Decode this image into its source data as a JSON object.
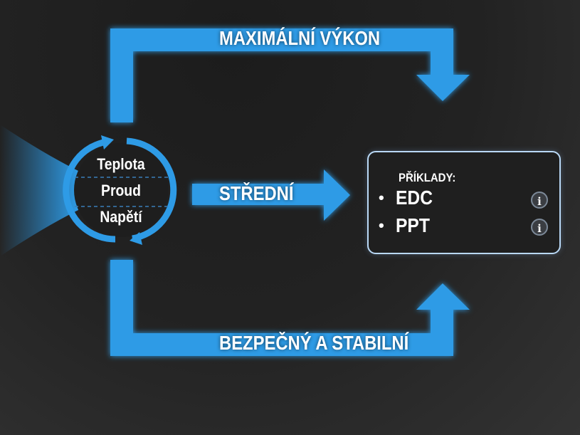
{
  "arrows": {
    "top_label": "MAXIMÁLNÍ VÝKON",
    "middle_label": "STŘEDNÍ",
    "bottom_label": "BEZPEČNÝ A STABILNÍ"
  },
  "cycle": {
    "items": [
      "Teplota",
      "Proud",
      "Napětí"
    ]
  },
  "examples": {
    "title": "PŘÍKLADY:",
    "items": [
      {
        "bullet": "•",
        "label": "EDC",
        "info": "i"
      },
      {
        "bullet": "•",
        "label": "PPT",
        "info": "i"
      }
    ]
  },
  "colors": {
    "accent": "#2e9be6",
    "card_border": "#b9d8f5"
  }
}
